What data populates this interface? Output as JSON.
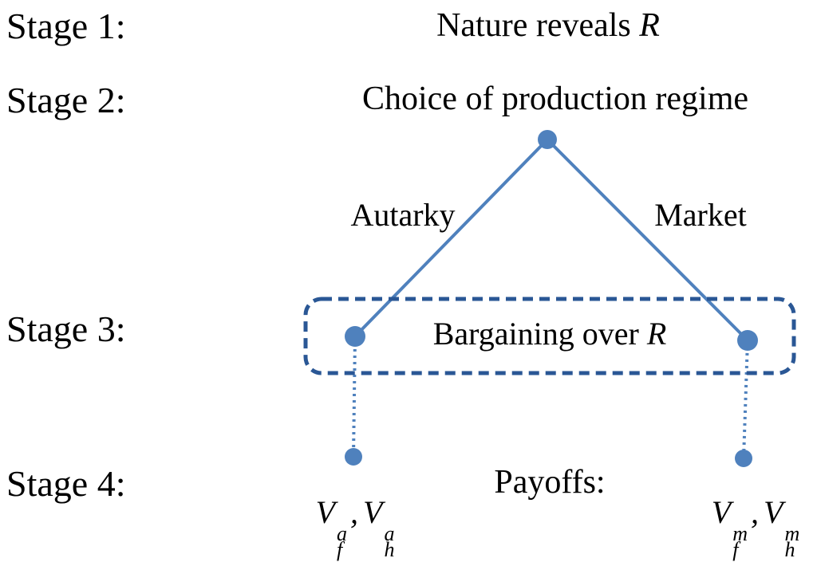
{
  "figure": {
    "stage_rows": {
      "stage1": "Stage 1:",
      "stage2": "Stage 2:",
      "stage3": "Stage 3:",
      "stage4": "Stage 4:"
    },
    "stage1_event": {
      "prefix": "Nature reveals ",
      "variable": "R"
    },
    "stage2_event": {
      "title": "Choice of production regime"
    },
    "branches": {
      "left": "Autarky",
      "right": "Market"
    },
    "stage3_box": {
      "prefix": "Bargaining over ",
      "variable": "R"
    },
    "stage4": {
      "payoffs_label": "Payoffs:",
      "autarky_payoff": {
        "v1": "V",
        "sub1": "f",
        "sup1": "a",
        "separator": ",",
        "v2": "V",
        "sub2": "h",
        "sup2": "a"
      },
      "market_payoff": {
        "v1": "V",
        "sub1": "f",
        "sup1": "m",
        "separator": ",",
        "v2": "V",
        "sub2": "h",
        "sup2": "m"
      }
    },
    "colors": {
      "node_line": "#4F81BD",
      "dashed_box": "#2A5795",
      "text": "#000000",
      "background": "#FFFFFF"
    }
  }
}
